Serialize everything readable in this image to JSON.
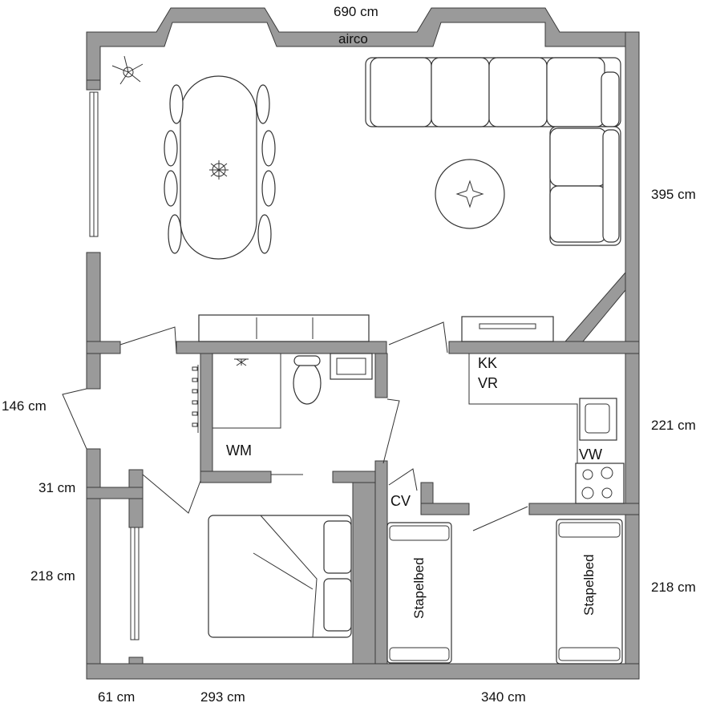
{
  "dimensions": {
    "top_width": "690 cm",
    "right_living": "395 cm",
    "right_kitchen": "221 cm",
    "right_bedrooms": "218 cm",
    "left_hall": "146 cm",
    "left_gap": "31 cm",
    "left_bedroom": "218 cm",
    "bottom_left": "61 cm",
    "bottom_middle": "293 cm",
    "bottom_right": "340 cm"
  },
  "labels": {
    "airco": "airco",
    "kitchen_line1": "KK",
    "kitchen_line2": "VR",
    "washing_machine": "WM",
    "dishwasher": "VW",
    "boiler": "CV",
    "bunk_left": "Stapelbed",
    "bunk_right": "Stapelbed"
  },
  "colors": {
    "wall": "#9a9a9a",
    "outline": "#333333"
  }
}
